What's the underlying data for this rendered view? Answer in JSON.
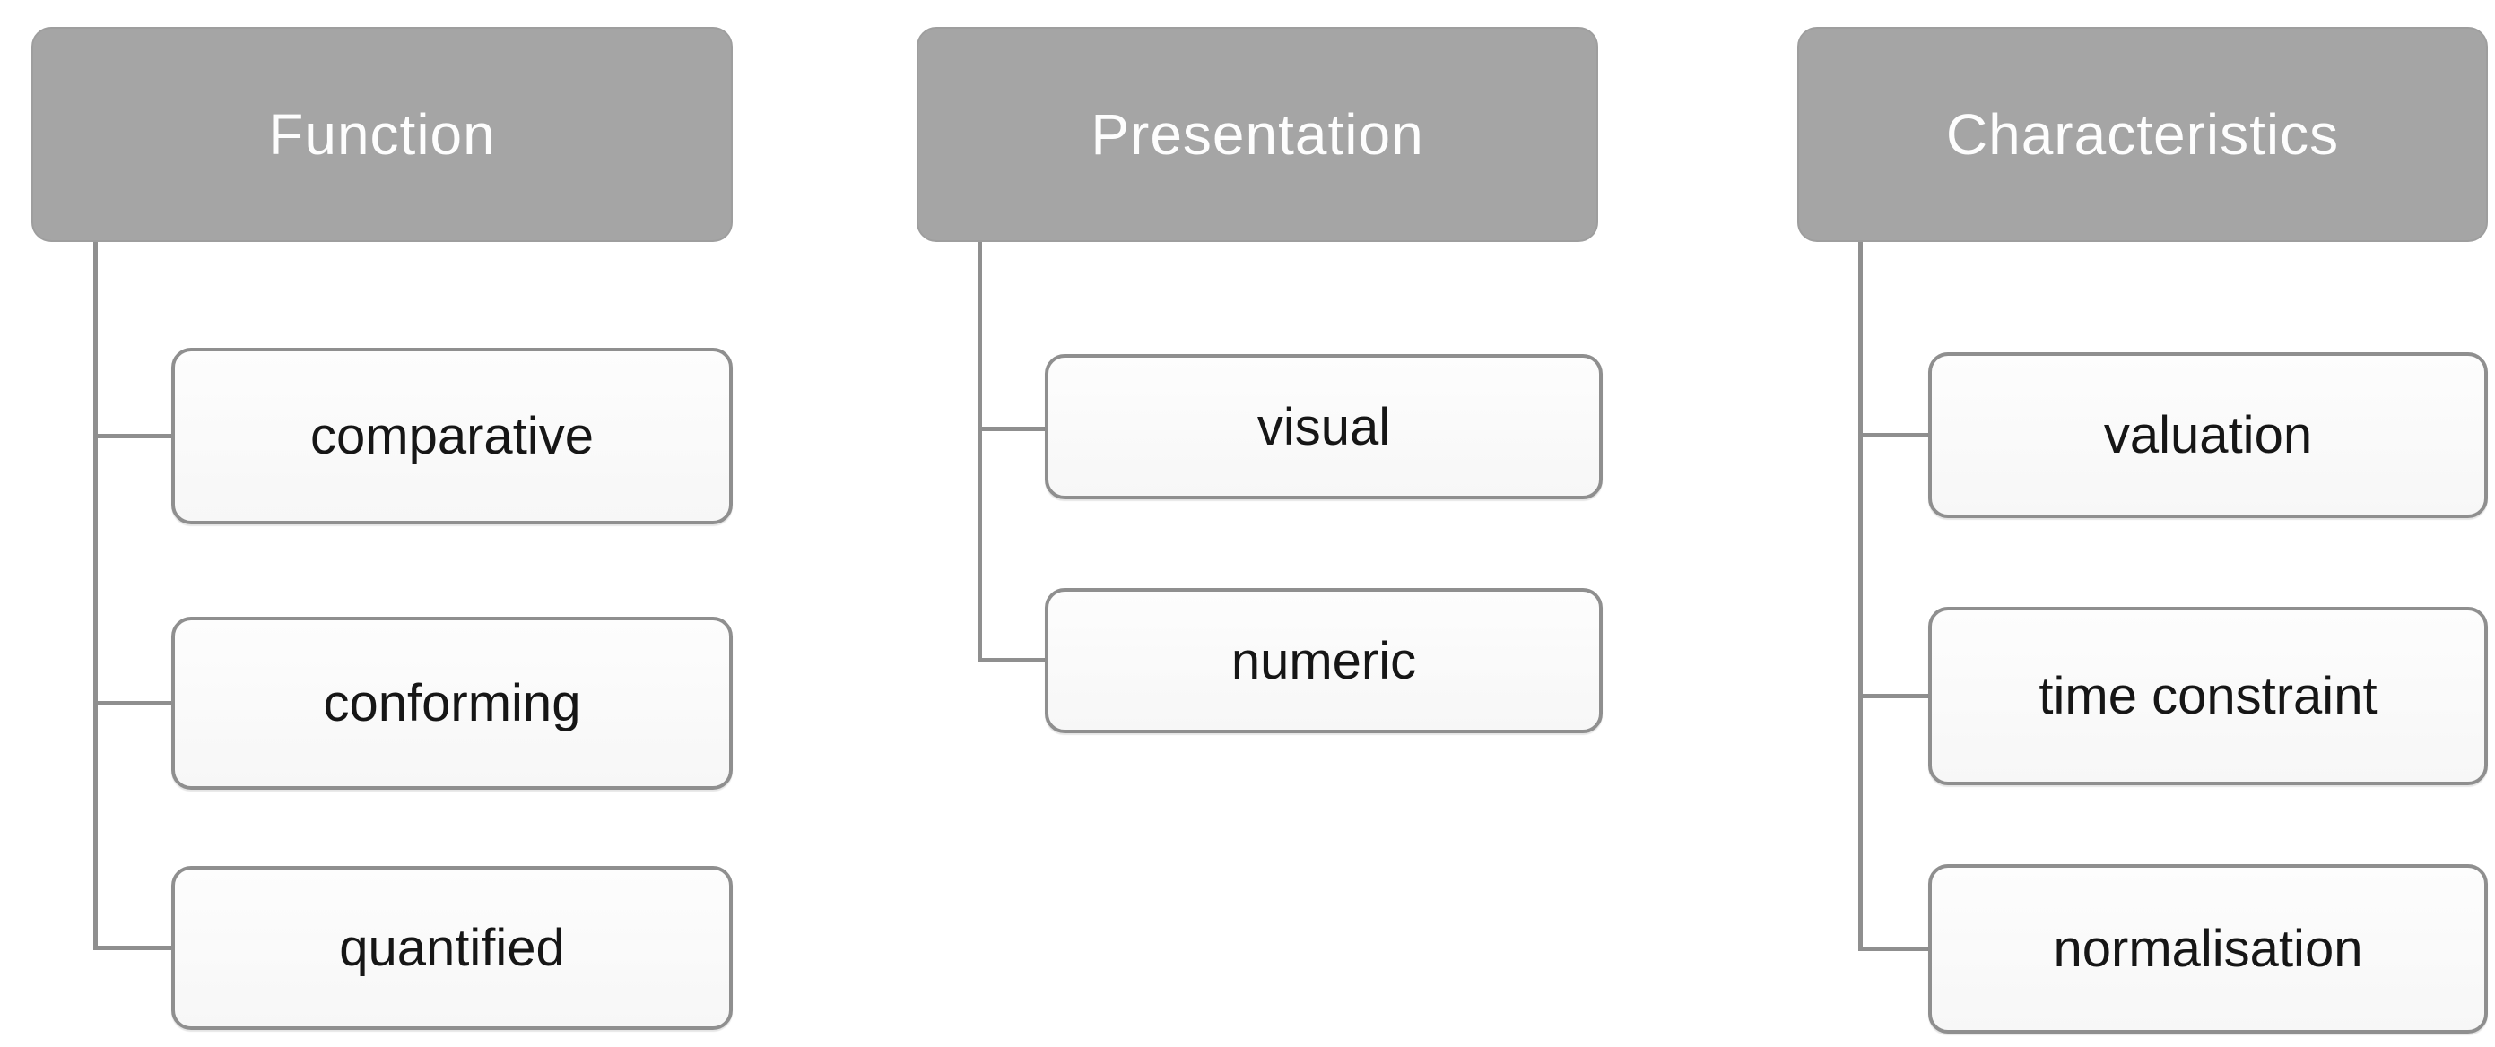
{
  "diagram": {
    "type": "smartart-hierarchy",
    "columns": [
      {
        "header": "Function",
        "children": [
          "comparative",
          "conforming",
          "quantified"
        ]
      },
      {
        "header": "Presentation",
        "children": [
          "visual",
          "numeric"
        ]
      },
      {
        "header": "Characteristics",
        "children": [
          "valuation",
          "time constraint",
          "normalisation"
        ]
      }
    ],
    "colors": {
      "header_fill": "#a5a5a5",
      "header_text": "#fdfdfd",
      "child_fill": "#fafafa",
      "child_border": "#8f8f8f",
      "child_text": "#161616",
      "connector": "#8f8f8f",
      "background": "#ffffff"
    }
  }
}
